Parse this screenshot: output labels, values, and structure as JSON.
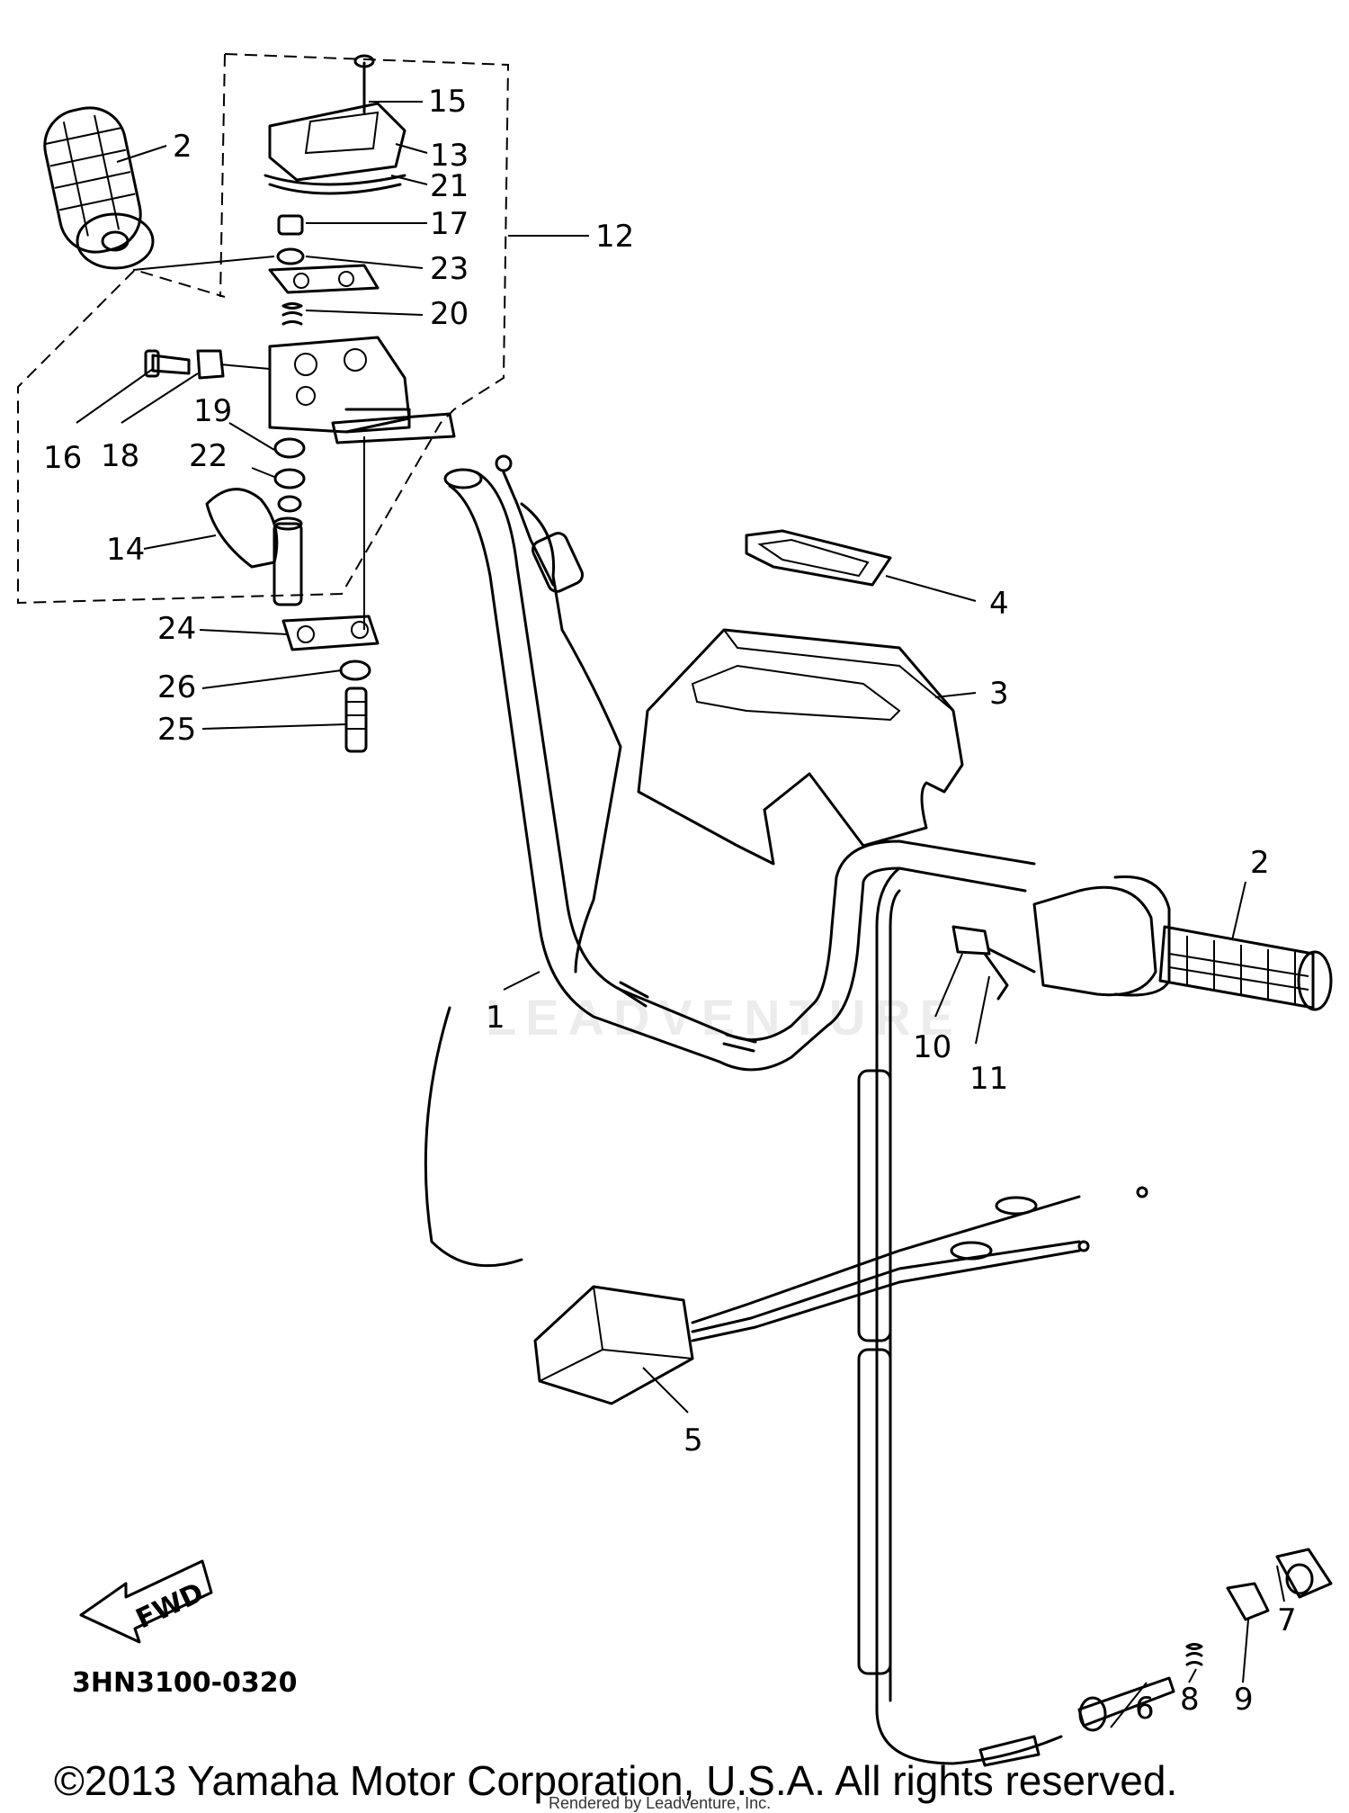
{
  "diagram_code": "3HN3100-0320",
  "fwd_label": "FWD",
  "copyright": "©2013 Yamaha Motor Corporation, U.S.A. All rights reserved.",
  "rendered_by": "Rendered by Leadventure, Inc.",
  "watermark": "LEADVENTURE",
  "callouts": {
    "c1": "1",
    "c2a": "2",
    "c2b": "2",
    "c3": "3",
    "c4": "4",
    "c5": "5",
    "c6": "6",
    "c7": "7",
    "c8": "8",
    "c9": "9",
    "c10": "10",
    "c11": "11",
    "c12": "12",
    "c13": "13",
    "c14": "14",
    "c15": "15",
    "c16": "16",
    "c17": "17",
    "c18": "18",
    "c19": "19",
    "c20": "20",
    "c21": "21",
    "c22": "22",
    "c23": "23",
    "c24": "24",
    "c25": "25",
    "c26": "26"
  }
}
